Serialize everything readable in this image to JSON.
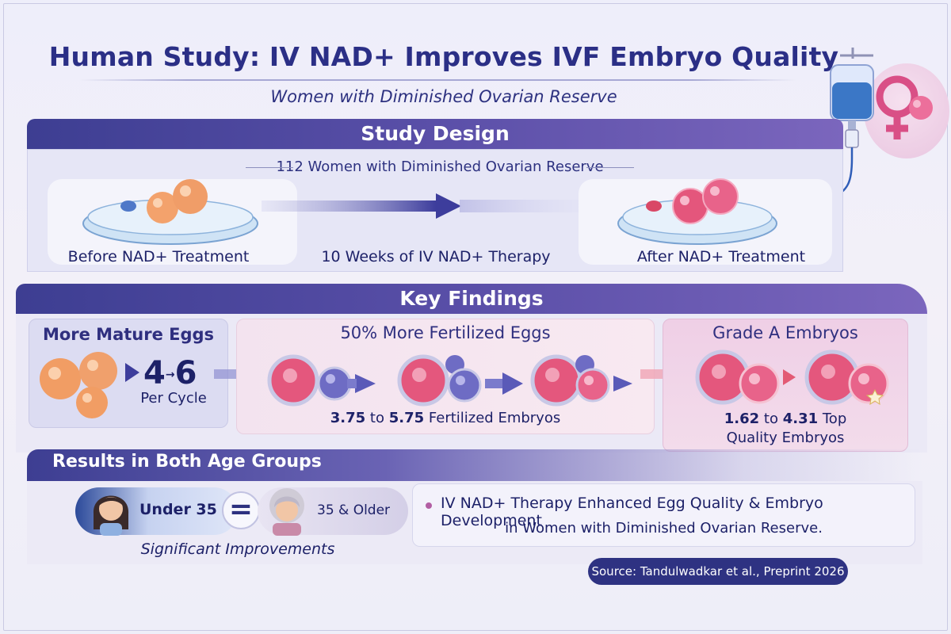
{
  "title": "Human Study: IV NAD+ Improves IVF Embryo Quality",
  "subtitle": "Women with Diminished Ovarian Reserve",
  "study_design": {
    "heading": "Study Design",
    "participants": "112 Women with Diminished Ovarian Reserve",
    "before_label": "Before NAD+ Treatment",
    "therapy_label": "10 Weeks of IV NAD+ Therapy",
    "after_label": "After NAD+ Treatment"
  },
  "key_findings": {
    "heading": "Key Findings",
    "mature": {
      "heading": "More Mature Eggs",
      "value_from": "4",
      "value_to": "6",
      "arrow": "→",
      "caption": "Per Cycle"
    },
    "fertilized": {
      "heading": "50% More Fertilized Eggs",
      "from": "3.75",
      "connector": "to",
      "to": "5.75",
      "caption": "Fertilized Embryos"
    },
    "grade": {
      "heading": "Grade A Embryos",
      "from": "1.62",
      "connector": "to",
      "to": "4.31",
      "caption_a": "Top",
      "caption_b": "Quality Embryos"
    }
  },
  "results": {
    "heading": "Results in Both Age Groups",
    "group_a": "Under 35",
    "equals": "=",
    "group_b": "35 & Older",
    "note": "Significant Improvements",
    "conclusion_line1": "IV NAD+ Therapy Enhanced Egg Quality & Embryo Development",
    "conclusion_line2": "in Women with Diminished Ovarian Reserve.",
    "source": "Source: Tandulwadkar et al., Preprint 2026"
  },
  "colors": {
    "navy": "#2b2f86",
    "band": "#4a4a9c",
    "egg_orange": "#f0a06c",
    "egg_pink": "#e2557a",
    "egg_blue": "#6b6fc6"
  }
}
